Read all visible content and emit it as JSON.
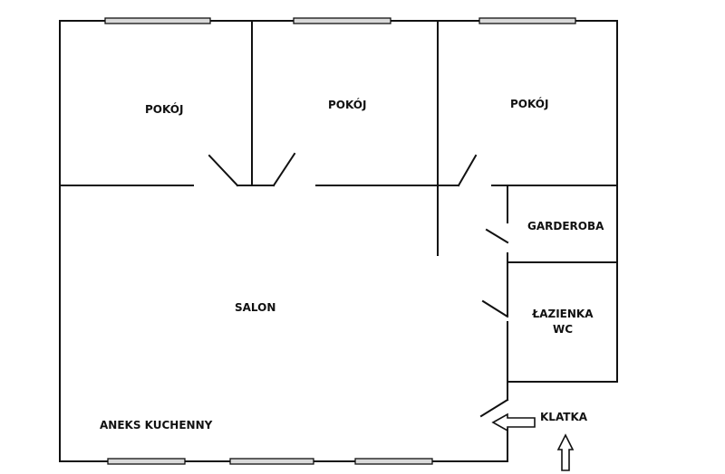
{
  "rooms": {
    "room1": "POKÓJ",
    "room2": "POKÓJ",
    "room3": "POKÓJ",
    "wardrobe": "GARDEROBA",
    "bathroom_line1": "ŁAZIENKA",
    "bathroom_line2": "WC",
    "living": "SALON",
    "kitchen": "ANEKS KUCHENNY",
    "staircase": "KLATKA"
  },
  "colors": {
    "wall": "#111111",
    "window_fill": "#d9d9d9",
    "background": "#ffffff"
  }
}
